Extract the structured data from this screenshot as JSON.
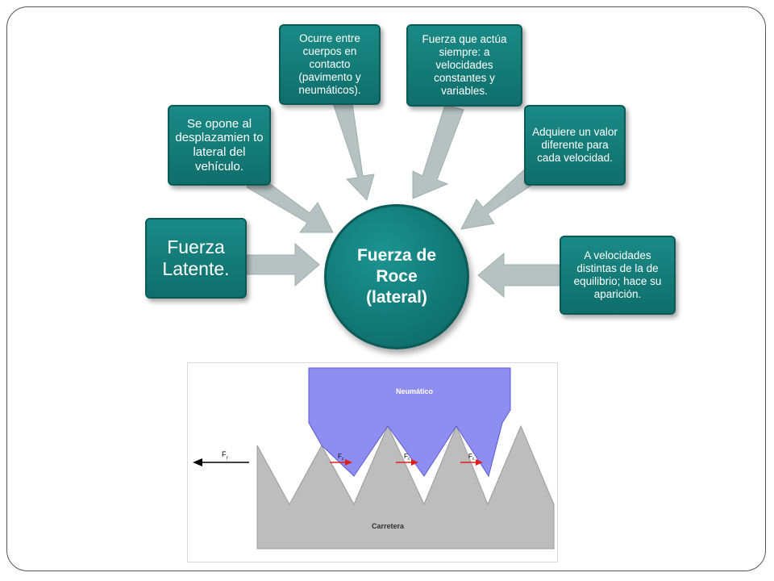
{
  "hub": {
    "label": "Fuerza de\nRoce\n(lateral)"
  },
  "nodes": [
    {
      "id": "latente",
      "text": "Fuerza Latente."
    },
    {
      "id": "desplazamiento",
      "text": "Se opone al desplazamien to lateral del vehículo."
    },
    {
      "id": "contacto",
      "text": "Ocurre entre cuerpos en contacto (pavimento y neumáticos)."
    },
    {
      "id": "siempre",
      "text": "Fuerza que actúa siempre: a velocidades constantes y variables."
    },
    {
      "id": "valor",
      "text": "Adquiere un valor diferente para cada velocidad."
    },
    {
      "id": "aparicion",
      "text": "A velocidades distintas de la de equilibrio; hace su aparición."
    }
  ],
  "figure": {
    "tire_label": "Neumático",
    "road_label": "Carretera",
    "force_total_label": "F",
    "force_total_sub": "r",
    "force_contact_label": "F",
    "force_contact_sub": "c"
  },
  "colors": {
    "node_fill": "#137a77",
    "arrow_fill": "#b5c2c1",
    "tire_fill": "#8e8ef2",
    "road_fill": "#bdbdbd",
    "contact_arrow": "#e0201d"
  }
}
